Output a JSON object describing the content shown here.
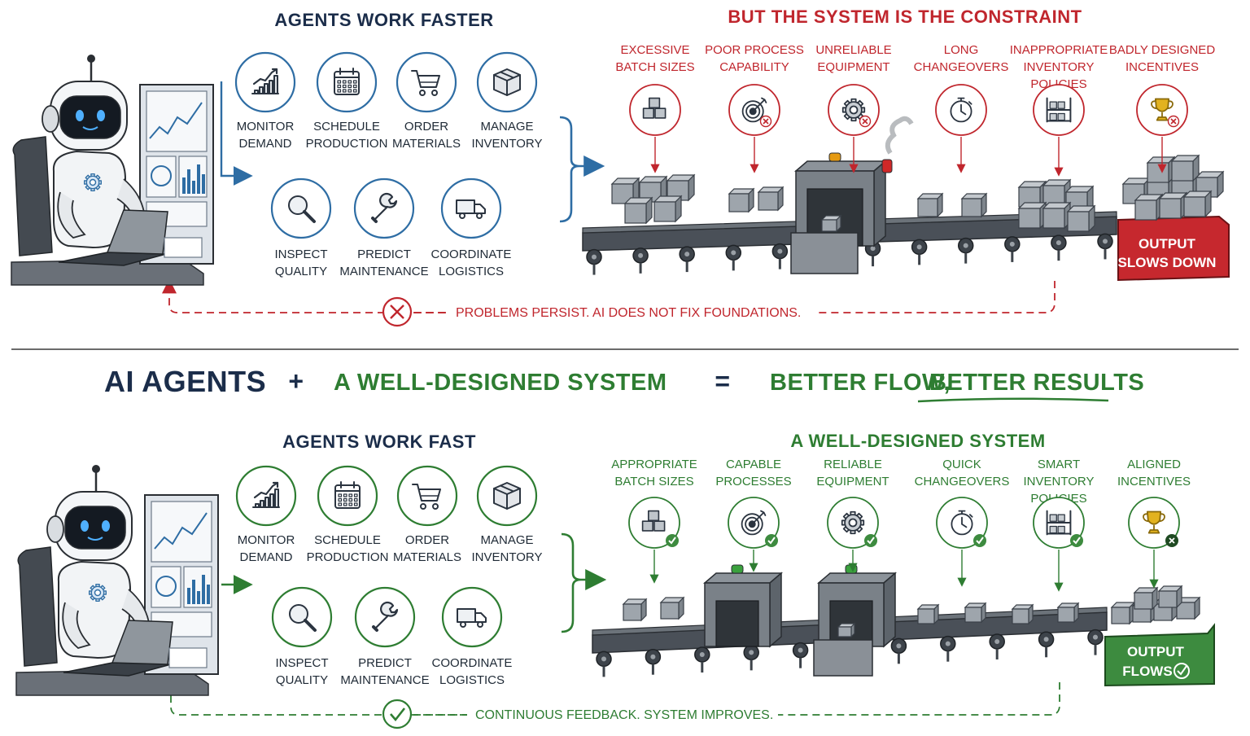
{
  "top": {
    "agents_title": "AGENTS WORK FASTER",
    "constraint_title": "BUT THE SYSTEM IS THE CONSTRAINT",
    "tasks_row1": [
      {
        "l1": "MONITOR",
        "l2": "DEMAND",
        "icon": "chart-icon"
      },
      {
        "l1": "SCHEDULE",
        "l2": "PRODUCTION",
        "icon": "calendar-icon"
      },
      {
        "l1": "ORDER",
        "l2": "MATERIALS",
        "icon": "cart-icon"
      },
      {
        "l1": "MANAGE",
        "l2": "INVENTORY",
        "icon": "box-icon"
      }
    ],
    "tasks_row2": [
      {
        "l1": "INSPECT",
        "l2": "QUALITY",
        "icon": "magnifier-icon"
      },
      {
        "l1": "PREDICT",
        "l2": "MAINTENANCE",
        "icon": "wrench-icon"
      },
      {
        "l1": "COORDINATE",
        "l2": "LOGISTICS",
        "icon": "truck-icon"
      }
    ],
    "problems": [
      {
        "lines": [
          "EXCESSIVE",
          "BATCH SIZES"
        ],
        "icon": "blocks-icon"
      },
      {
        "lines": [
          "POOR PROCESS",
          "CAPABILITY"
        ],
        "icon": "target-icon"
      },
      {
        "lines": [
          "UNRELIABLE",
          "EQUIPMENT"
        ],
        "icon": "gear-icon"
      },
      {
        "lines": [
          "LONG",
          "CHANGEOVERS"
        ],
        "icon": "stopwatch-icon"
      },
      {
        "lines": [
          "INAPPROPRIATE",
          "INVENTORY",
          "POLICIES"
        ],
        "icon": "shelves-icon"
      },
      {
        "lines": [
          "BADLY DESIGNED",
          "INCENTIVES"
        ],
        "icon": "trophy-icon"
      }
    ],
    "output_l1": "OUTPUT",
    "output_l2": "SLOWS DOWN",
    "feedback": "PROBLEMS PERSIST. AI DOES NOT FIX FOUNDATIONS."
  },
  "equation": {
    "part1": "AI AGENTS",
    "plus": "+",
    "part2": "A WELL-DESIGNED SYSTEM",
    "equals": "=",
    "result_a": "BETTER FLOW,",
    "result_b": "BETTER RESULTS"
  },
  "bottom": {
    "agents_title": "AGENTS WORK FAST",
    "system_title": "A WELL-DESIGNED SYSTEM",
    "tasks_row1": [
      {
        "l1": "MONITOR",
        "l2": "DEMAND",
        "icon": "chart-icon"
      },
      {
        "l1": "SCHEDULE",
        "l2": "PRODUCTION",
        "icon": "calendar-icon"
      },
      {
        "l1": "ORDER",
        "l2": "MATERIALS",
        "icon": "cart-icon"
      },
      {
        "l1": "MANAGE",
        "l2": "INVENTORY",
        "icon": "box-icon"
      }
    ],
    "tasks_row2": [
      {
        "l1": "INSPECT",
        "l2": "QUALITY",
        "icon": "magnifier-icon"
      },
      {
        "l1": "PREDICT",
        "l2": "MAINTENANCE",
        "icon": "wrench-icon"
      },
      {
        "l1": "COORDINATE",
        "l2": "LOGISTICS",
        "icon": "truck-icon"
      }
    ],
    "solutions": [
      {
        "lines": [
          "APPROPRIATE",
          "BATCH SIZES"
        ],
        "icon": "blocks-icon"
      },
      {
        "lines": [
          "CAPABLE",
          "PROCESSES"
        ],
        "icon": "target-icon"
      },
      {
        "lines": [
          "RELIABLE",
          "EQUIPMENT"
        ],
        "icon": "gear-icon"
      },
      {
        "lines": [
          "QUICK",
          "CHANGEOVERS"
        ],
        "icon": "stopwatch-icon"
      },
      {
        "lines": [
          "SMART",
          "INVENTORY",
          "POLICIES"
        ],
        "icon": "shelves-icon"
      },
      {
        "lines": [
          "ALIGNED",
          "INCENTIVES"
        ],
        "icon": "trophy-icon"
      }
    ],
    "output_l1": "OUTPUT",
    "output_l2": "FLOWS",
    "feedback": "CONTINUOUS FEEDBACK. SYSTEM IMPROVES."
  },
  "colors": {
    "navy": "#1b2d4a",
    "blue": "#2e6da4",
    "red": "#c0262d",
    "green": "#2e7d32",
    "gray": "#8a9096"
  }
}
